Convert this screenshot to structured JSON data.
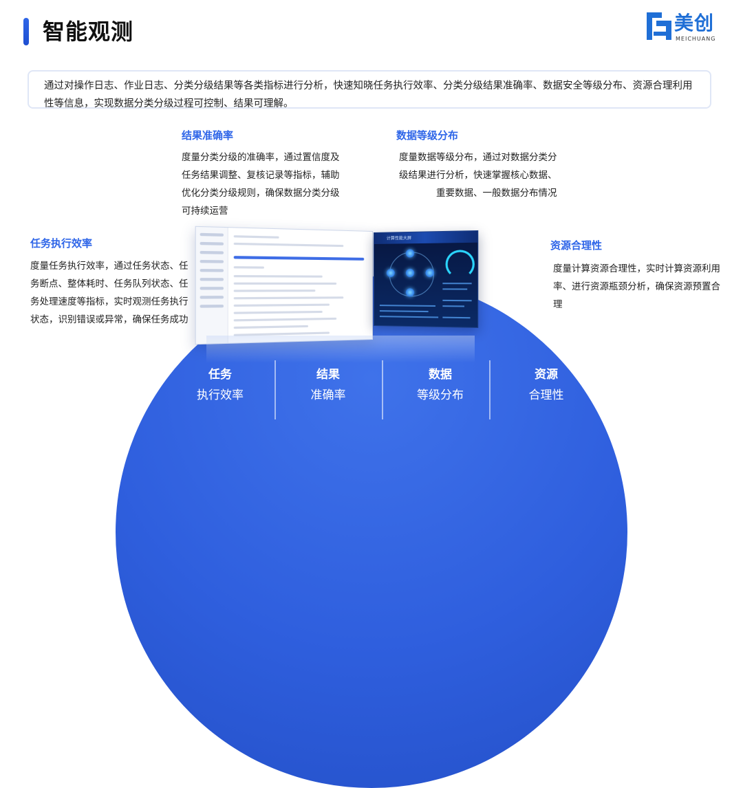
{
  "header": {
    "title": "智能观测"
  },
  "logo": {
    "cn": "美创",
    "en": "MEICHUANG"
  },
  "intro": {
    "line1": "通过对操作日志、作业日志、分类分级结果等各类指标进行分析，快速知晓任务执行效率、分类分级结果准确率、数据安全等级分布、资源合理利用",
    "line2": "性等信息，实现数据分类分级过程可控制、结果可理解。"
  },
  "features": {
    "accuracy": {
      "title": "结果准确率",
      "lines": [
        "度量分类分级的准确率，通过置信度及",
        "任务结果调整、复核记录等指标，辅助",
        "优化分类分级规则，确保数据分类分级",
        "可持续运营"
      ]
    },
    "level": {
      "title": "数据等级分布",
      "lines": [
        "度量数据等级分布，通过对数据分类分",
        "级结果进行分析，快速掌握核心数据、",
        "重要数据、一般数据分布情况"
      ]
    },
    "task": {
      "title": "任务执行效率",
      "lines": [
        "度量任务执行效率，通过任务状态、任",
        "务断点、整体耗时、任务队列状态、任",
        "务处理速度等指标，实时观测任务执行",
        "状态，识别错误或异常，确保任务成功"
      ]
    },
    "resource": {
      "title": "资源合理性",
      "lines": [
        "度量计算资源合理性，实时计算资源利用",
        "率、进行资源瓶颈分析，确保资源预置合",
        "理"
      ]
    }
  },
  "categories": [
    {
      "l1": "任务",
      "l2": "执行效率"
    },
    {
      "l1": "结果",
      "l2": "准确率"
    },
    {
      "l1": "数据",
      "l2": "等级分布"
    },
    {
      "l1": "资源",
      "l2": "合理性"
    }
  ],
  "dashboard": {
    "title": "计算性能大屏"
  },
  "colors": {
    "accent": "#2f66e8",
    "arc": "#2f5fde"
  }
}
